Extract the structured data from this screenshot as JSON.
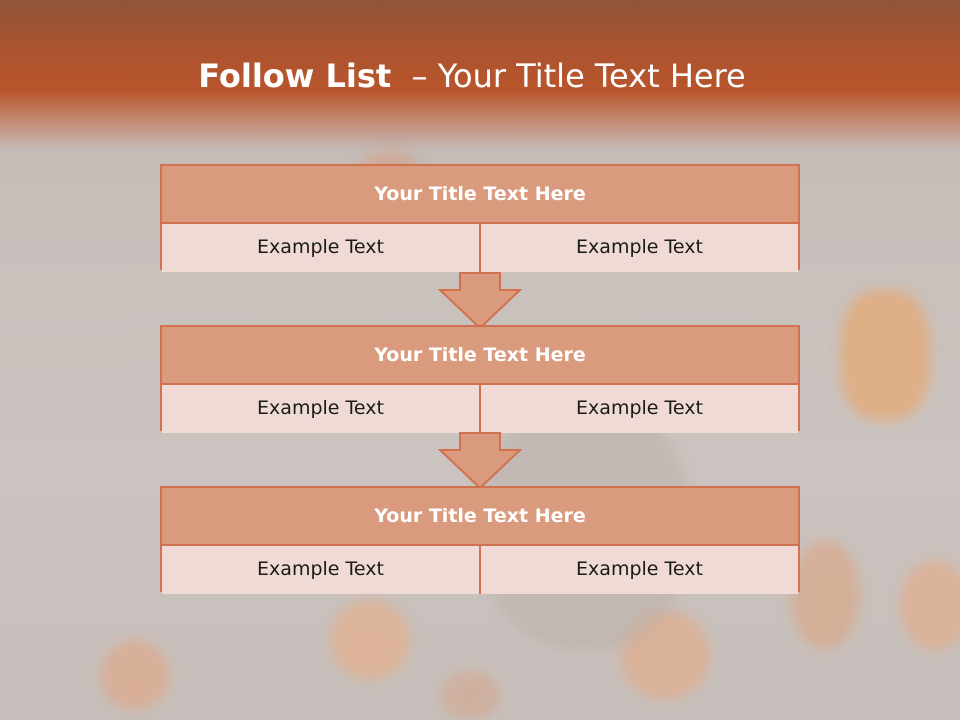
{
  "slide": {
    "title_bold": "Follow List",
    "title_rest": "  – Your Title Text Here"
  },
  "steps": [
    {
      "title": "Your Title Text Here",
      "left": "Example Text",
      "right": "Example Text"
    },
    {
      "title": "Your Title Text Here",
      "left": "Example Text",
      "right": "Example Text"
    },
    {
      "title": "Your Title Text Here",
      "left": "Example Text",
      "right": "Example Text"
    }
  ],
  "colors": {
    "accent": "#d2714f",
    "header_band": "#b9552c",
    "box_header_fill": "#d99a7d",
    "box_cell_fill": "#efdad5"
  },
  "icons": [
    "down-arrow-icon",
    "down-arrow-icon"
  ]
}
